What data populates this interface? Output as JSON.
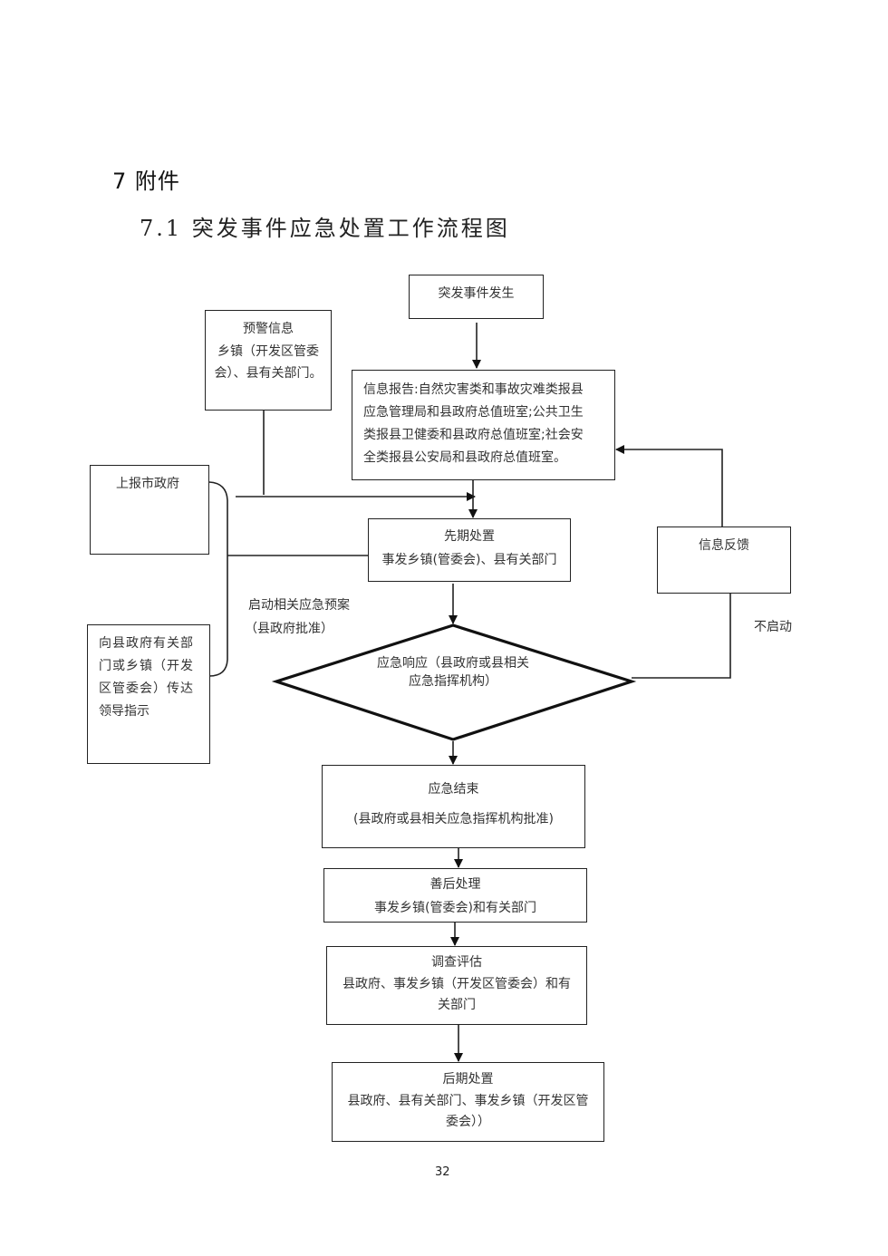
{
  "heading": {
    "section": "7  附件",
    "subsection": "7.1  突发事件应急处置工作流程图"
  },
  "flowchart": {
    "event_occurs": "突发事件发生",
    "early_warning": {
      "title": "预警信息",
      "line1": "乡镇（开发区管委",
      "line2": "会）、县有关部门。"
    },
    "info_report": {
      "line1": "信息报告:自然灾害类和事故灾难类报县",
      "line2": "应急管理局和县政府总值班室;公共卫生",
      "line3": "类报县卫健委和县政府总值班室;社会安",
      "line4": "全类报县公安局和县政府总值班室。"
    },
    "report_city": "上报市政府",
    "initial_response": {
      "title": "先期处置",
      "subtitle": "事发乡镇(管委会)、县有关部门"
    },
    "info_feedback": "信息反馈",
    "activate_plan": {
      "line1": "启动相关应急预案",
      "line2": "（县政府批准）"
    },
    "not_activated": "不启动",
    "convey_instructions": {
      "line1": "向县政府有关部",
      "line2": "门或乡镇（开发",
      "line3": "区管委会）传达",
      "line4": "领导指示"
    },
    "emergency_response": {
      "line1": "应急响应（县政府或县相关",
      "line2": "应急指挥机构）"
    },
    "emergency_end": {
      "title": "应急结束",
      "subtitle": "(县政府或县相关应急指挥机构批准)"
    },
    "aftermath": {
      "title": "善后处理",
      "subtitle": "事发乡镇(管委会)和有关部门"
    },
    "investigation": {
      "title": "调查评估",
      "line1": "县政府、事发乡镇（开发区管委会）和有",
      "line2": "关部门"
    },
    "later_handling": {
      "title": "后期处置",
      "line1": "县政府、县有关部门、事发乡镇（开发区管",
      "line2": "委会））"
    }
  },
  "page_number": "32"
}
